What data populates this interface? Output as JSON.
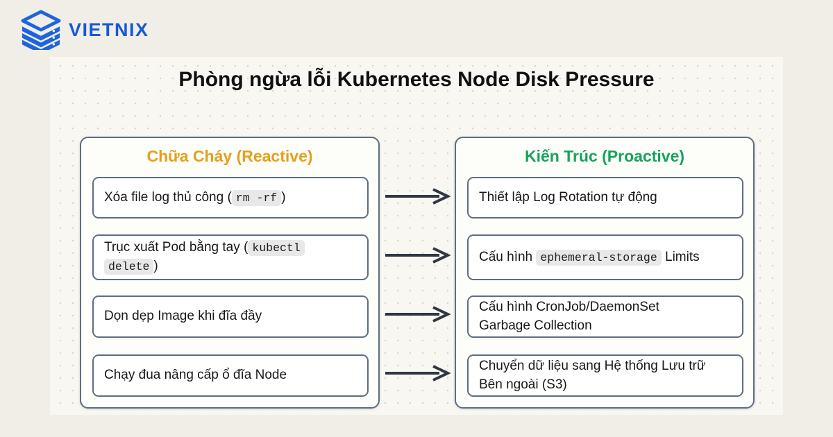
{
  "brand": {
    "name": "VIETNIX"
  },
  "title": "Phòng ngừa lỗi Kubernetes Node Disk Pressure",
  "columns": {
    "left": {
      "header": "Chữa Cháy (Reactive)",
      "items": [
        {
          "pre": "Xóa file log thủ công (",
          "code": "rm -rf",
          "post": ")"
        },
        {
          "pre": "Trục xuất Pod bằng tay (",
          "code": "kubectl delete",
          "post": ")"
        },
        {
          "pre": "Dọn dẹp Image khi đĩa đầy"
        },
        {
          "pre": "Chạy đua nâng cấp ổ đĩa Node"
        }
      ]
    },
    "right": {
      "header": "Kiến Trúc (Proactive)",
      "items": [
        {
          "pre": "Thiết lập Log Rotation tự động"
        },
        {
          "pre": "Cấu hình ",
          "code": "ephemeral-storage",
          "post": " Limits"
        },
        {
          "pre": "Cấu hình CronJob/DaemonSet Garbage Collection"
        },
        {
          "pre": "Chuyển dữ liệu sang Hệ thống Lưu trữ Bên ngoài (S3)"
        }
      ]
    }
  },
  "colors": {
    "reactive_header": "#E3A01B",
    "proactive_header": "#16A35B",
    "arrow": "#2E3742",
    "brand_blue": "#1658D8",
    "card_border": "#5D6E80",
    "code_chip_bg": "#E8E8E8",
    "page_background": "#F0EEE7",
    "canvas_background": "#F8F7F2"
  }
}
